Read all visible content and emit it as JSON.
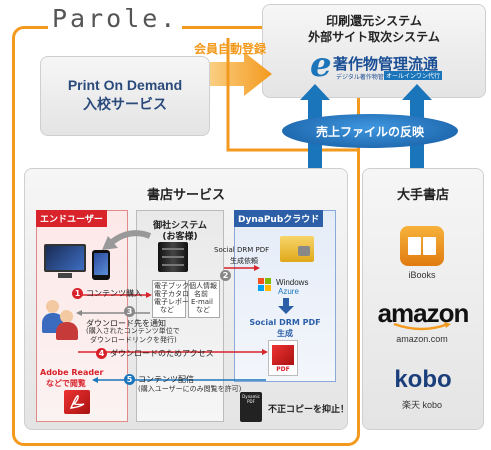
{
  "brand": {
    "name": "Parole."
  },
  "top_right": {
    "line1": "印刷還元システム",
    "line2": "外部サイト取次システム",
    "logo_main": "著作物管理流通",
    "logo_sub1": "デジタル著作物管理",
    "logo_sub2": "オールインワン代行",
    "logo_letter": "e"
  },
  "flow_labels": {
    "auto_register": "会員自動登録",
    "sales_file": "売上ファイルの反映"
  },
  "pod": {
    "line1": "Print On Demand",
    "line2": "入校サービス"
  },
  "bookstore_service": {
    "title": "書店サービス"
  },
  "major_stores": {
    "title": "大手書店",
    "ibooks": "iBooks",
    "amazon_logo": "amazon",
    "amazon_label": "amazon.com",
    "kobo_logo": "kobo",
    "kobo_label": "楽天 kobo"
  },
  "end_user": {
    "label": "エンドユーザー",
    "adobe_line1": "Adobe Reader",
    "adobe_line2": "などで閲覧"
  },
  "client_system": {
    "line1": "御社システム",
    "line2": "(お客様)",
    "items": [
      "電子ブック",
      "電子カタログ",
      "電子レポート",
      "など"
    ],
    "personal": [
      "個人情報",
      "名前",
      "E-mail",
      "など"
    ]
  },
  "dynapub": {
    "label": "DynaPubクラウド",
    "request_line1": "Social DRM PDF",
    "request_line2": "生成依頼",
    "windows": "Windows",
    "azure": "Azure",
    "gen_line1": "Social DRM PDF",
    "gen_line2": "生成",
    "pdf": "PDF",
    "pdf_badge": "Dynamic PDF"
  },
  "steps": [
    {
      "num": "1",
      "text": "コンテンツ購入"
    },
    {
      "num": "2",
      "text": ""
    },
    {
      "num": "3",
      "text": "ダウンロード先を通知",
      "sub1": "(購入されたコンテンツ単位で",
      "sub2": "ダウンロードリンクを発行)"
    },
    {
      "num": "4",
      "text": "ダウンロードのためアクセス"
    },
    {
      "num": "5",
      "text": "コンテンツ配信",
      "sub1": "(購入ユーザーにのみ閲覧を許可)"
    }
  ],
  "copy_protect": "不正コピーを抑止！",
  "colors": {
    "orange": "#f39a1e",
    "blue": "#1b75bb",
    "red": "#d9232b",
    "navy": "#2a4a7c"
  }
}
